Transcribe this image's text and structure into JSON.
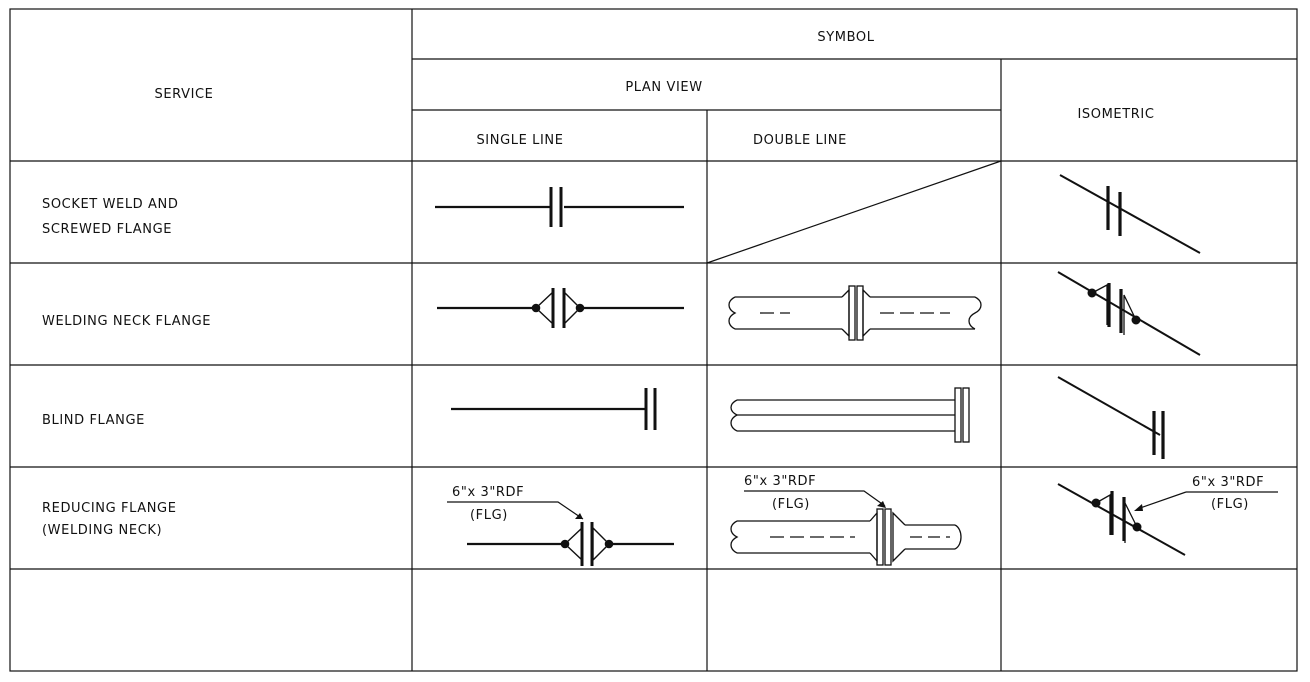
{
  "header": {
    "service": "SERVICE",
    "symbol": "SYMBOL",
    "plan_view": "PLAN VIEW",
    "isometric": "ISOMETRIC",
    "single_line": "SINGLE LINE",
    "double_line": "DOUBLE LINE"
  },
  "rows": [
    {
      "service_lines": [
        "SOCKET WELD AND",
        "SCREWED FLANGE"
      ]
    },
    {
      "service_lines": [
        "WELDING NECK FLANGE"
      ]
    },
    {
      "service_lines": [
        "BLIND FLANGE"
      ]
    },
    {
      "service_lines": [
        "REDUCING FLANGE",
        "(WELDING NECK)"
      ],
      "callout": {
        "size": "6\"x 3\"RDF",
        "type": "(FLG)"
      }
    },
    {
      "service_lines": []
    }
  ]
}
